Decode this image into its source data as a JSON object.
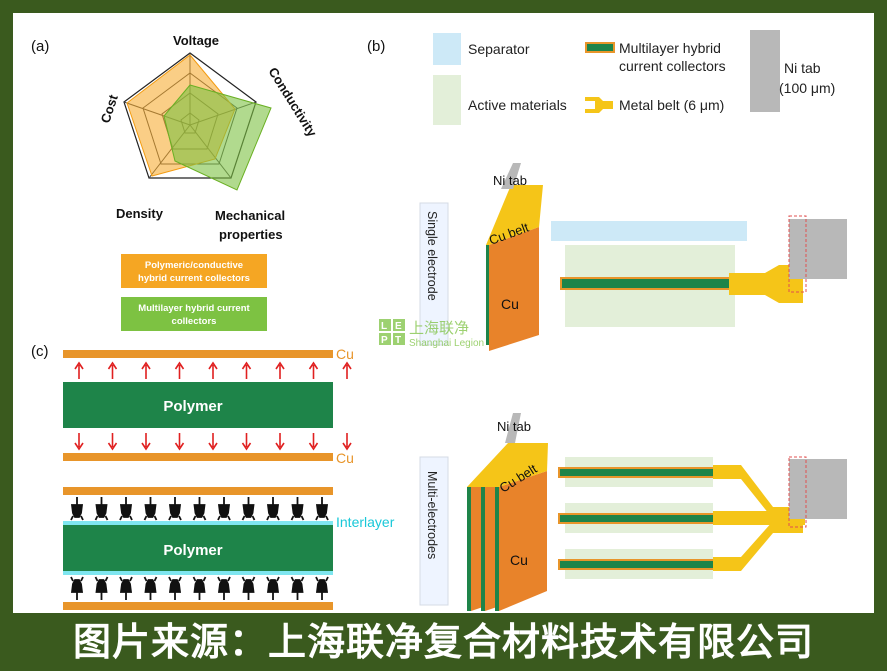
{
  "panel_a": {
    "label": "(a)",
    "axes": [
      "Voltage",
      "Conductivity",
      "Mechanical",
      "properties",
      "Density",
      "Cost"
    ],
    "legend": [
      {
        "line1": "Polymeric/conductive",
        "line2": "hybrid current collectors",
        "color": "#f5a623"
      },
      {
        "line1": "Multilayer hybrid current",
        "line2": "collectors",
        "color": "#7dc242"
      }
    ]
  },
  "panel_b": {
    "label": "(b)",
    "legend": {
      "separator": "Separator",
      "active": "Active materials",
      "multilayer_l1": "Multilayer hybrid",
      "multilayer_l2": "current collectors",
      "metal_belt": "Metal belt (6 μm)",
      "ni_tab_l1": "Ni tab",
      "ni_tab_l2": "(100 μm)"
    },
    "single_label": "Single electrode",
    "multi_label": "Multi-electrodes",
    "ni_tab": "Ni tab",
    "cu_belt": "Cu belt",
    "cu": "Cu"
  },
  "panel_c": {
    "label": "(c)",
    "cu": "Cu",
    "polymer": "Polymer",
    "interlayer": "Interlayer"
  },
  "watermark": {
    "letters": [
      "L",
      "E",
      "P",
      "T"
    ],
    "cn": "上海联净",
    "en": "Shanghai Legion"
  },
  "colors": {
    "orange": "#e8952a",
    "green": "#1e8449",
    "belt": "#f5c518",
    "separator": "#cde9f7",
    "active": "#e3efd9",
    "tab": "#b8b8b8"
  },
  "caption": "图片来源：上海联净复合材料技术有限公司"
}
